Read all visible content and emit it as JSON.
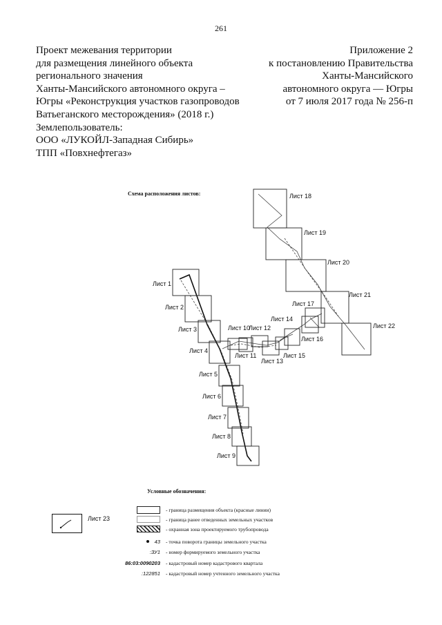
{
  "page_number": "261",
  "header_left": [
    "Проект межевания территории",
    "для размещения линейного объекта",
    "регионального значения",
    "Ханты-Мансийского автономного округа –",
    "Югры «Реконструкция участков газопроводов",
    "Ватьеганского месторождения» (2018 г.)",
    "Землепользователь:",
    "ООО «ЛУКОЙЛ-Западная Сибирь»",
    "ТПП «Повхнефтегаз»"
  ],
  "header_right": [
    "Приложение 2",
    "к постановлению Правительства",
    "Ханты-Мансийского",
    "автономного округа — Югры",
    "от 7 июля 2017 года № 256-п"
  ],
  "scheme_title": "Схема расположения листов:",
  "sheets": [
    {
      "label": "Лист 1"
    },
    {
      "label": "Лист 2"
    },
    {
      "label": "Лист 3"
    },
    {
      "label": "Лист 4"
    },
    {
      "label": "Лист 5"
    },
    {
      "label": "Лист 6"
    },
    {
      "label": "Лист 7"
    },
    {
      "label": "Лист 8"
    },
    {
      "label": "Лист 9"
    },
    {
      "label": "Лист 10"
    },
    {
      "label": "Лист 11"
    },
    {
      "label": "Лист 12"
    },
    {
      "label": "Лист 13"
    },
    {
      "label": "Лист 14"
    },
    {
      "label": "Лист 15"
    },
    {
      "label": "Лист 16"
    },
    {
      "label": "Лист 17"
    },
    {
      "label": "Лист 18"
    },
    {
      "label": "Лист 19"
    },
    {
      "label": "Лист 20"
    },
    {
      "label": "Лист 21"
    },
    {
      "label": "Лист 22"
    }
  ],
  "legend": {
    "title": "Условные обозначения:",
    "inset_label": "Лист 23",
    "items": [
      {
        "symbol": "",
        "text": "- граница размещения объекта (красные линии)"
      },
      {
        "symbol": "",
        "text": "- граница ранее отведенных земельных участков"
      },
      {
        "symbol": "",
        "text": "- охранная зона проектируемого трубопровода"
      },
      {
        "symbol": "43",
        "text": "- точка поворота границы земельного участка"
      },
      {
        "symbol": ":ЗУ1",
        "text": "- номер формируемого земельного участка"
      },
      {
        "symbol": "86:03:0090203",
        "text": "- кадастровый номер кадастрового квартала"
      },
      {
        "symbol": ":122851",
        "text": "- кадастровый номер учтенного земельного участка"
      }
    ]
  }
}
